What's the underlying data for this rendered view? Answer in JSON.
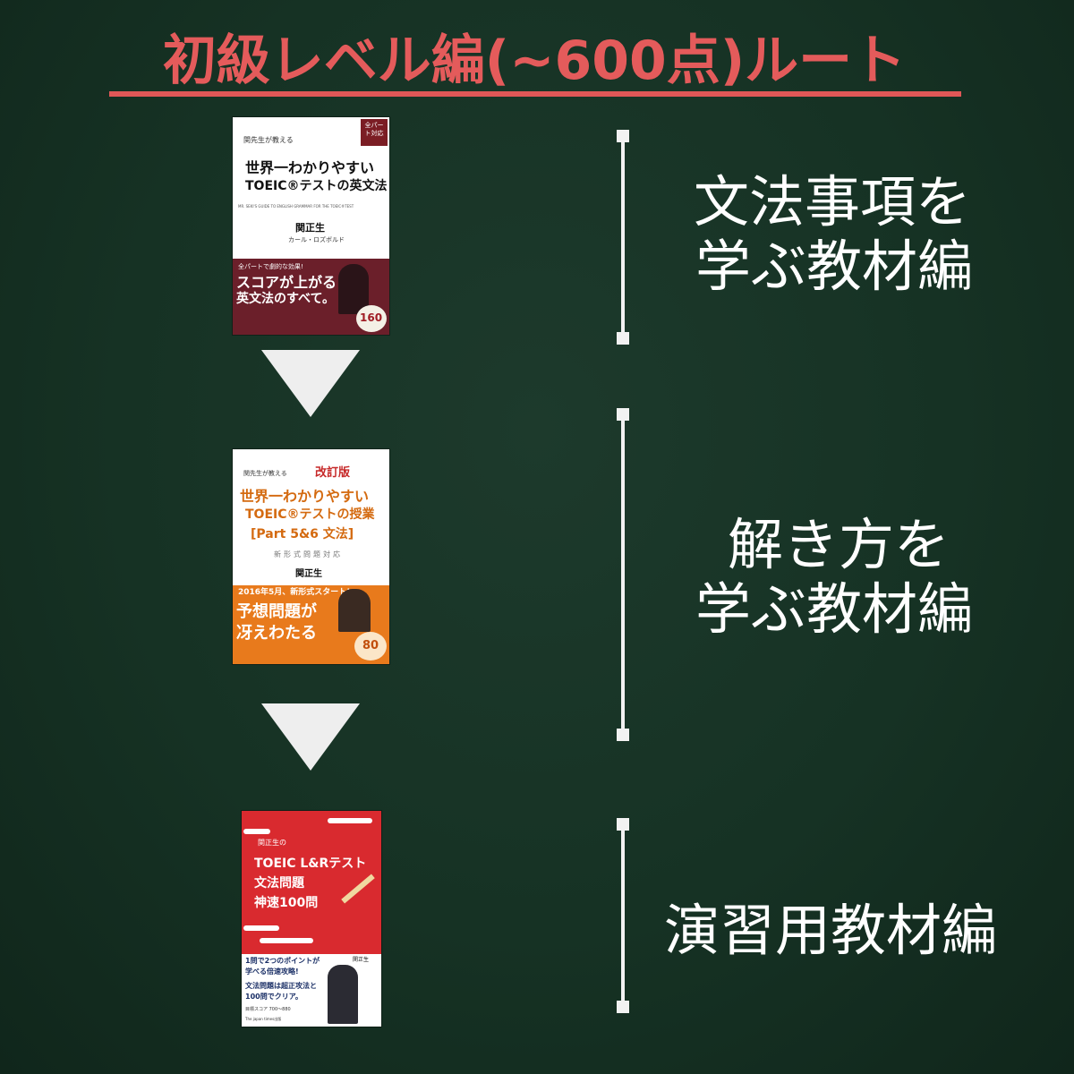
{
  "title": "初級レベル編(~600点)ルート",
  "books": [
    {
      "header": "関先生が教える",
      "badge": "全パート対応",
      "title_line1": "世界一わかりやすい",
      "title_line2": "TOEIC®テストの英文法",
      "subtitle_en": "MR. SEKI'S GUIDE TO ENGLISH GRAMMAR FOR THE TOEIC®TEST",
      "author": "関正生",
      "coauthor": "カール・ロズボルド",
      "tagline": "全パートで劇的な効果!",
      "catch_line1": "スコアが上がる",
      "catch_line2": "英文法のすべて。",
      "seal_number": "160"
    },
    {
      "header": "関先生が教える",
      "edition": "改訂版",
      "title_line1": "世界一わかりやすい",
      "title_line2": "TOEIC®テストの授業",
      "title_line3": "[Part 5&6 文法]",
      "subtitle": "新形式問題対応",
      "author": "関正生",
      "tagline": "2016年5月、新形式スタート!",
      "catch_line1": "予想問題が",
      "catch_line2": "冴えわたる",
      "seal_number": "80"
    },
    {
      "header": "関正生の",
      "title_line1": "TOEIC L&Rテスト",
      "title_line2": "文法問題",
      "title_line3": "神速100問",
      "catch_line1": "1問で2つのポイントが",
      "catch_line2": "学べる倍速攻略!",
      "catch_line3": "文法問題は超正攻法と",
      "catch_line4": "100問でクリア。",
      "score": "目標スコア 700〜880",
      "publisher": "The japan times出版",
      "author": "関正生"
    }
  ],
  "labels": [
    {
      "line1": "文法事項を",
      "line2": "学ぶ教材編"
    },
    {
      "line1": "解き方を",
      "line2": "学ぶ教材編"
    },
    {
      "line1": "演習用教材編"
    }
  ],
  "colors": {
    "background": "#163224",
    "title": "#e45b5b",
    "book1_band": "#6b1f2a",
    "book2_band": "#e87a1c",
    "book3_cover": "#d92a2f"
  }
}
